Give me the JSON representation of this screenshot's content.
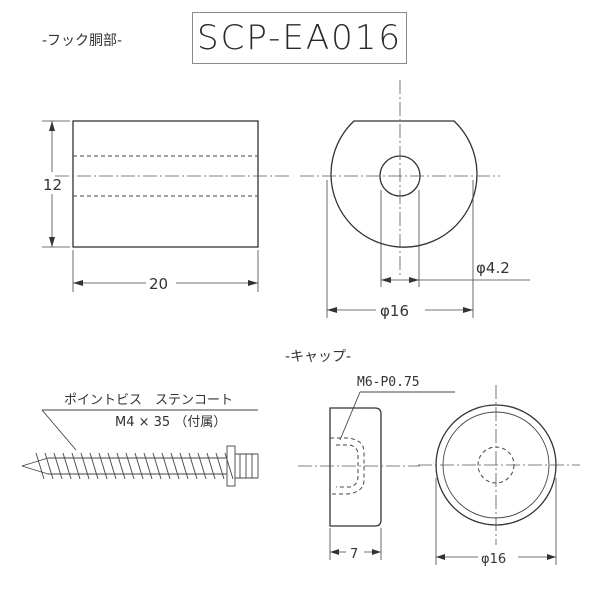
{
  "model_number": "SCP-EA016",
  "sections": {
    "hook_body": "-フック胴部-",
    "cap": "-キャップ-"
  },
  "dimensions": {
    "body_height": "12",
    "body_length": "20",
    "hole_diameter": "φ4.2",
    "body_diameter": "φ16",
    "cap_thread": "M6-P0.75",
    "cap_length": "7",
    "cap_diameter": "φ16"
  },
  "screw": {
    "name": "ポイントビス　ステンコート",
    "spec": "M4 × 35 （付属）"
  }
}
